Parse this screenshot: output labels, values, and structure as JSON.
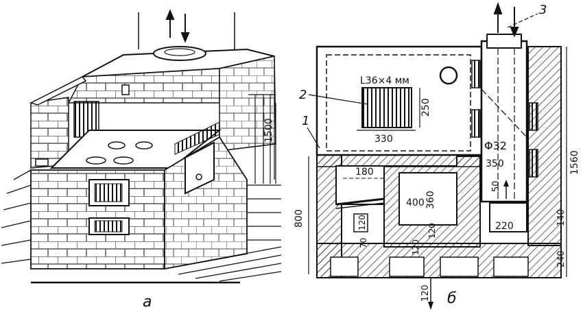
{
  "figure_a": {
    "label": "а",
    "height_dim": "1500"
  },
  "figure_b": {
    "label": "б",
    "callouts": [
      "1",
      "2",
      "3"
    ],
    "dims": {
      "angle": "L36×4 мм",
      "grate_w": "330",
      "grate_h": "250",
      "pipe": "Φ32",
      "pipe_w": "350",
      "d180": "180",
      "box_w": "400",
      "box_h": "360",
      "d120a": "120",
      "d120b": "120",
      "d120c": "120",
      "d70": "70",
      "d50": "50",
      "d220": "220",
      "d800": "800",
      "d1560": "1560",
      "d140": "140",
      "d240": "240",
      "d120_bottom": "120"
    }
  }
}
